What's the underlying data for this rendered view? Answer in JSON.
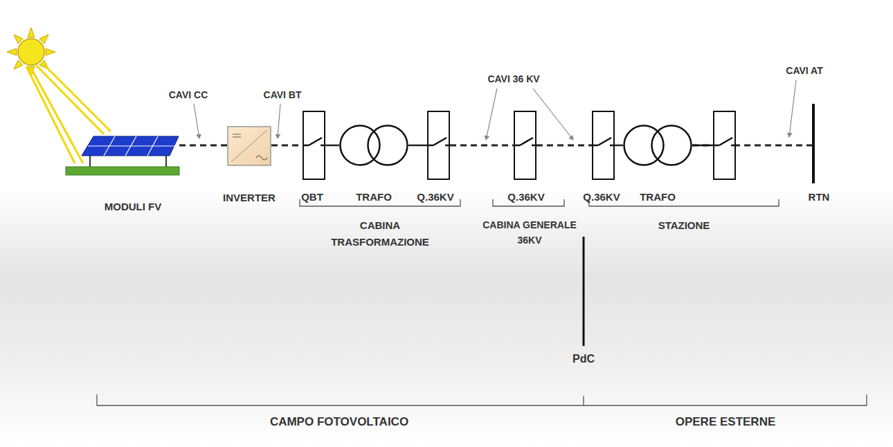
{
  "diagram": {
    "nodes": [
      {
        "text": [
          "MODULI FV"
        ]
      },
      {
        "text": [
          "INVERTER"
        ]
      },
      {
        "text": [
          "QBT"
        ]
      },
      {
        "text": [
          "TRAFO"
        ]
      },
      {
        "text": [
          "Q.36KV"
        ]
      },
      {
        "text": [
          "Q.36KV"
        ]
      },
      {
        "text": [
          "Q.36KV"
        ]
      },
      {
        "text": [
          "TRAFO"
        ]
      },
      {
        "text": [
          "RTN"
        ]
      }
    ],
    "edges": [
      {
        "from": 0,
        "to": 1,
        "arrow": "none"
      },
      {
        "from": 1,
        "to": 2,
        "arrow": "none"
      },
      {
        "from": 2,
        "to": 3,
        "arrow": "none"
      },
      {
        "from": 3,
        "to": 4,
        "arrow": "none"
      },
      {
        "from": 4,
        "to": 5,
        "arrow": "none"
      },
      {
        "from": 5,
        "to": 6,
        "arrow": "none"
      },
      {
        "from": 6,
        "to": 7,
        "arrow": "none"
      },
      {
        "from": 7,
        "to": 8,
        "arrow": "none"
      }
    ],
    "labels": [
      "CAVI CC",
      "CAVI BT",
      "CAVI 36 KV",
      "CAVI AT",
      "CABINA TRASFORMAZIONE",
      "CABINA GENERALE 36KV",
      "STAZIONE",
      "PdC",
      "CAMPO FOTOVOLTAICO",
      "OPERE ESTERNE"
    ]
  }
}
